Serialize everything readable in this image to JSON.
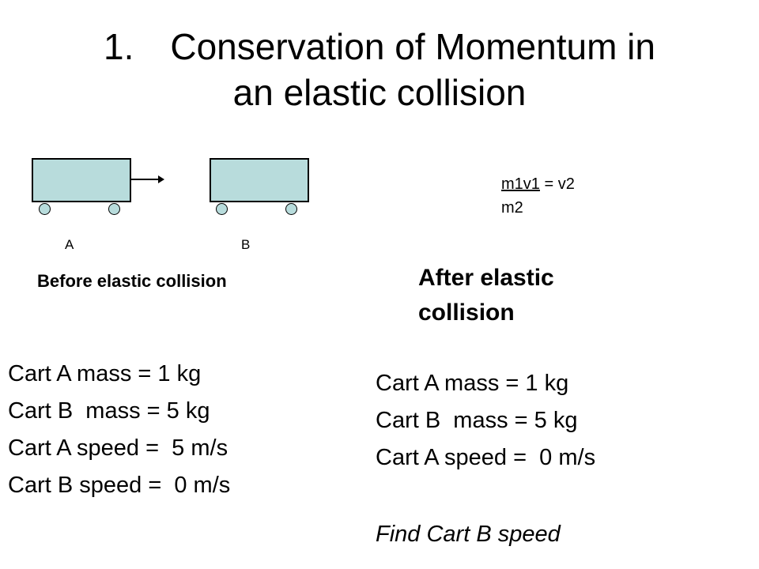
{
  "title": {
    "number": "1.",
    "line1": "Conservation of Momentum in",
    "line2": "an elastic collision"
  },
  "diagram": {
    "cart_a_label": "A",
    "cart_b_label": "B",
    "cart_color": "#b8dcdc"
  },
  "formula": {
    "numerator": "m1v1",
    "equals": " = v2",
    "denominator": "m2"
  },
  "before": {
    "heading": "Before elastic collision",
    "items": [
      "Cart A mass = 1 kg",
      "Cart B  mass = 5 kg",
      "Cart A speed =  5 m/s",
      "Cart B speed =  0 m/s"
    ]
  },
  "after": {
    "heading": "After elastic collision",
    "items": [
      "Cart A mass = 1 kg",
      "Cart B  mass = 5 kg",
      "Cart A speed =  0 m/s"
    ],
    "prompt": "Find Cart B speed"
  }
}
